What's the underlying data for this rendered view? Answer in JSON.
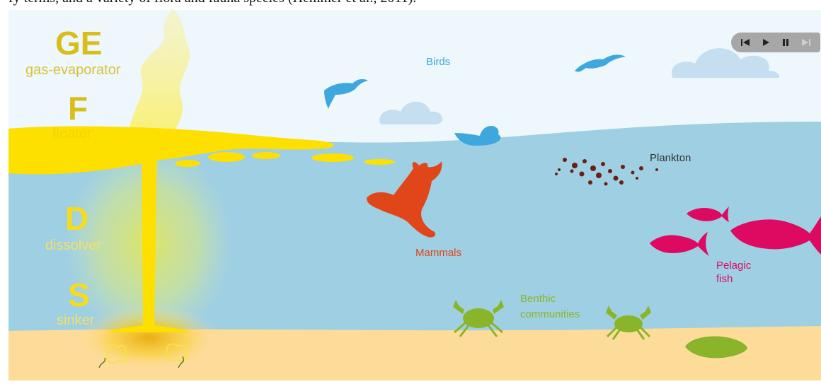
{
  "title_line": "fy terms, and a variety of flora and fauna species (Hemmer et al., 2011).",
  "layers": [
    {
      "code": "GE",
      "name": "gas-evaporator"
    },
    {
      "code": "F",
      "name": "floater"
    },
    {
      "code": "D",
      "name": "dissolver"
    },
    {
      "code": "S",
      "name": "sinker"
    }
  ],
  "organisms": {
    "birds": "Birds",
    "plankton": "Plankton",
    "mammals": "Mammals",
    "pelagic_fish_1": "Pelagic",
    "pelagic_fish_2": "fish",
    "benthic_1": "Benthic",
    "benthic_2": "communities"
  },
  "colors": {
    "sky": "#eef7fb",
    "water": "#9fcfe2",
    "sand": "#fddc9a",
    "oil": "#fde000",
    "birds": "#3ea8de",
    "mammals": "#e1451a",
    "pelagic_fish": "#de0a62",
    "benthic": "#8ab52a",
    "plankton": "#6b1e14"
  },
  "controls": [
    {
      "icon": "skip-back-icon"
    },
    {
      "icon": "play-icon"
    },
    {
      "icon": "pause-icon"
    },
    {
      "icon": "skip-forward-icon"
    }
  ]
}
